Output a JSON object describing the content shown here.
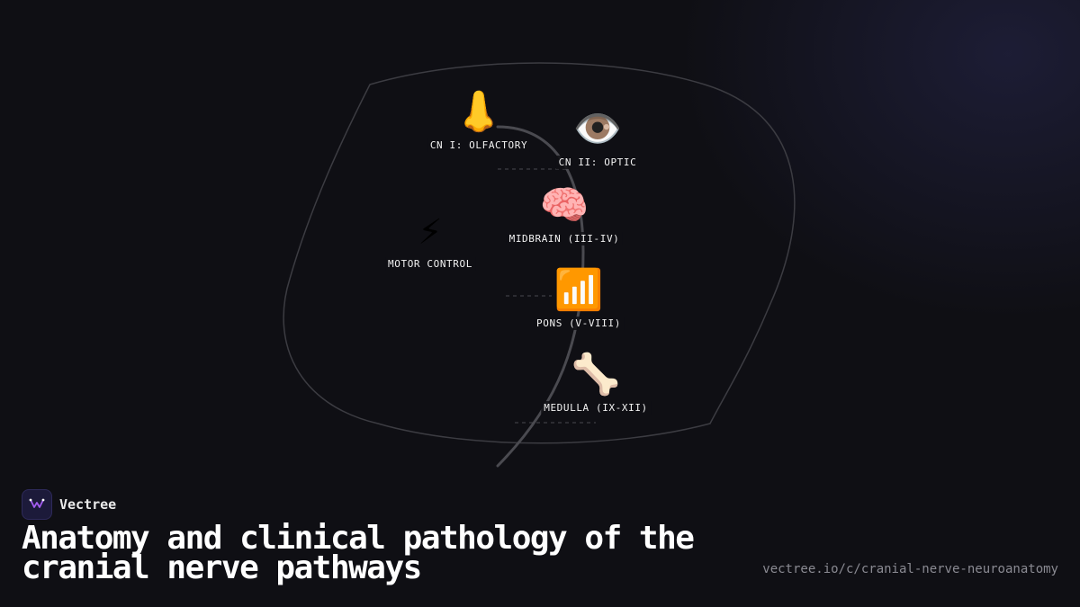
{
  "diagram": {
    "nodes": [
      {
        "id": "olfactory",
        "icon": "nose-icon",
        "emoji": "👃",
        "label": "CN I: OLFACTORY"
      },
      {
        "id": "optic",
        "icon": "eye-icon",
        "emoji": "👁️",
        "label": "CN II: OPTIC"
      },
      {
        "id": "midbrain",
        "icon": "brain-icon",
        "emoji": "🧠",
        "label": "MIDBRAIN (III-IV)"
      },
      {
        "id": "motor",
        "icon": "lightning-icon",
        "emoji": "⚡",
        "label": "MOTOR CONTROL"
      },
      {
        "id": "pons",
        "icon": "signal-bars-icon",
        "emoji": "📶",
        "label": "PONS (V-VIII)"
      },
      {
        "id": "medulla",
        "icon": "bone-icon",
        "emoji": "🦴",
        "label": "MEDULLA (IX-XII)"
      }
    ],
    "colors": {
      "outline": "#3c3c42",
      "spine": "#4a4a50",
      "dashes": "#4a4a50",
      "label_text": "#f2f2f2"
    }
  },
  "brand": {
    "name": "Vectree",
    "logo_icon": "vectree-logo-icon",
    "logo_color": "#a35cf0"
  },
  "title": "Anatomy and clinical pathology of the cranial nerve pathways",
  "url": "vectree.io/c/cranial-nerve-neuroanatomy",
  "colors": {
    "background": "#0f0f14",
    "title": "#ffffff",
    "url": "#8a8a92"
  }
}
